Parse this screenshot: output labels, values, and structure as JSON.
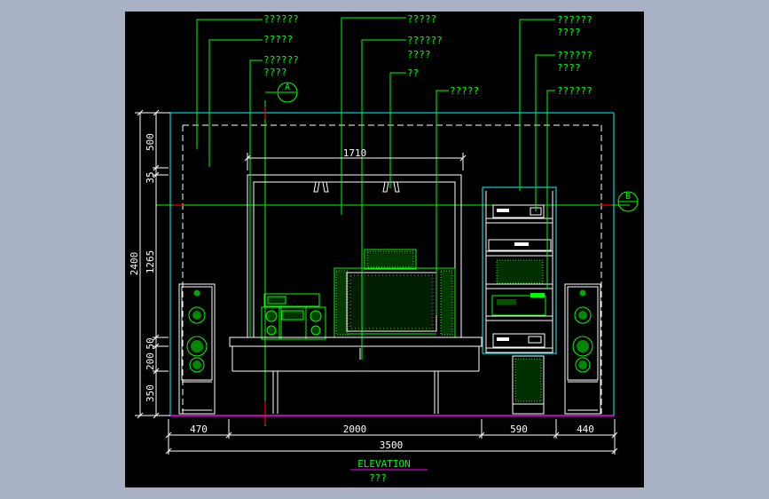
{
  "labels": {
    "l1": "??????",
    "l2": "?????",
    "l3a": "??????",
    "l3b": "????",
    "l4": "?????",
    "l5a": "??????",
    "l5b": "????",
    "l6": "??",
    "l7": "?????",
    "r1a": "??????",
    "r1b": "????",
    "r2a": "??????",
    "r2b": "????",
    "r3": "??????"
  },
  "markers": {
    "a": "A",
    "b": "B"
  },
  "dims": {
    "top_width": "1710",
    "bottom": [
      "470",
      "2000",
      "590",
      "440"
    ],
    "total": "3500",
    "left_outer": "2400",
    "left_inner": [
      "500",
      "35",
      "1265",
      "200",
      "50",
      "350"
    ]
  },
  "title": "ELEVATION",
  "subtitle": "???",
  "colors": {
    "canvas": "#000000",
    "frame": "#a9b2c4",
    "cyan": "#00ffff",
    "green": "#00ff00",
    "white": "#ffffff",
    "red": "#ff0000",
    "magenta": "#ff00ff"
  }
}
